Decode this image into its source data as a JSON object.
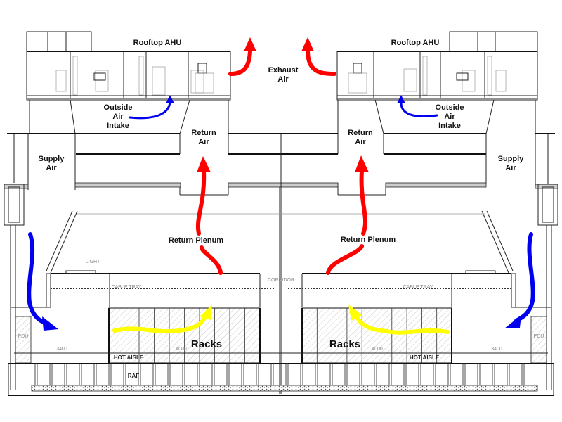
{
  "diagram": {
    "title": "Data center airflow section",
    "colors": {
      "return_air": "#ff0000",
      "supply_air": "#0000ee",
      "outside_air": "#0000ee",
      "rack_airflow": "#ffff00",
      "linework": "#222222"
    },
    "labels": {
      "ahu_left": "Rooftop AHU",
      "ahu_right": "Rooftop AHU",
      "exhaust_line1": "Exhaust",
      "exhaust_line2": "Air",
      "oa_left_1": "Outside",
      "oa_left_2": "Air",
      "oa_left_3": "Intake",
      "oa_right_1": "Outside",
      "oa_right_2": "Air",
      "oa_right_3": "Intake",
      "return_left_1": "Return",
      "return_left_2": "Air",
      "return_right_1": "Return",
      "return_right_2": "Air",
      "supply_left_1": "Supply",
      "supply_left_2": "Air",
      "supply_right_1": "Supply",
      "supply_right_2": "Air",
      "plenum_left": "Return Plenum",
      "plenum_right": "Return Plenum",
      "racks_left": "Racks",
      "racks_right": "Racks"
    },
    "drawing_annotations": {
      "light": "LIGHT",
      "cable_tray_left": "CABLE TRAY",
      "cable_tray_right": "CABLE TRAY",
      "hot_aisle_left": "HOT AISLE",
      "hot_aisle_right": "HOT AISLE",
      "corridor": "CORRIDOR",
      "raf": "RAF",
      "pdu_left": "PDU",
      "pdu_right": "PDU",
      "dim_left": "3400",
      "dim_right": "3400",
      "dim_mid_left": "4000",
      "dim_mid_right": "4000"
    }
  }
}
